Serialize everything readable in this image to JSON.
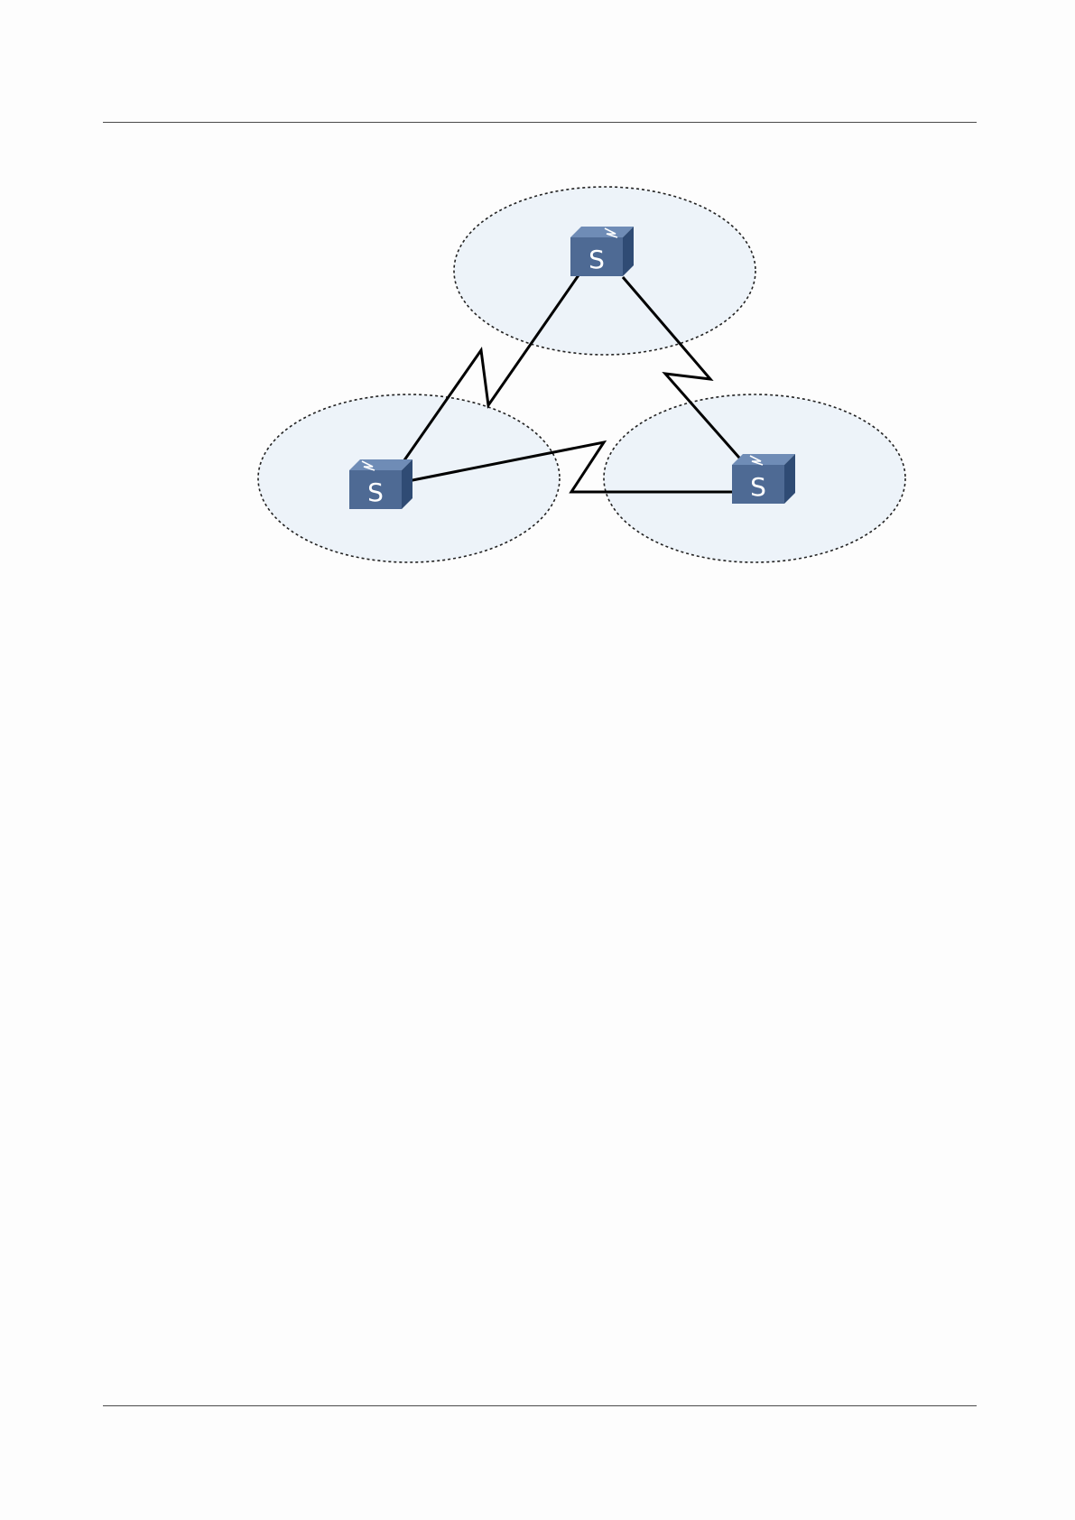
{
  "diagram": {
    "nodes": [
      {
        "id": "top",
        "label": "S",
        "icon": "switch-icon"
      },
      {
        "id": "left",
        "label": "S",
        "icon": "switch-icon"
      },
      {
        "id": "right",
        "label": "S",
        "icon": "switch-icon"
      }
    ],
    "links": [
      {
        "from": "top",
        "to": "left",
        "style": "wan-lightning"
      },
      {
        "from": "top",
        "to": "right",
        "style": "wan-lightning"
      },
      {
        "from": "left",
        "to": "right",
        "style": "wan-lightning"
      }
    ],
    "colors": {
      "zone_fill": "#edf3f9",
      "zone_border": "#222222",
      "link": "#000000",
      "switch_front": "#4e6a94",
      "switch_top": "#6f8cb6",
      "switch_side": "#2f4b74",
      "switch_label": "#ffffff"
    }
  }
}
